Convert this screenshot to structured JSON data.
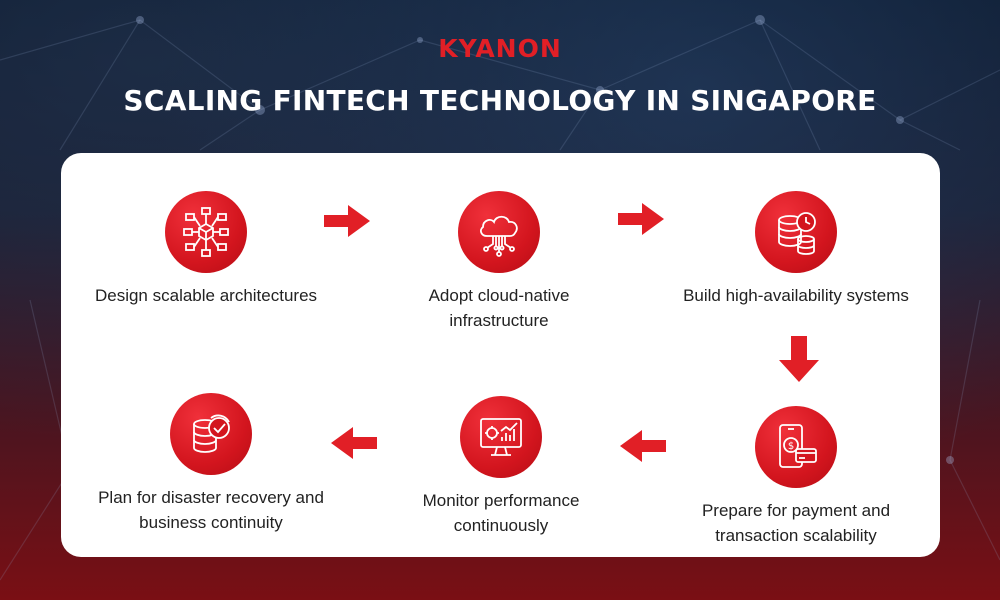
{
  "brand": {
    "logo_text": "KYANON"
  },
  "title": "SCALING FINTECH TECHNOLOGY IN SINGAPORE",
  "steps": [
    {
      "label": "Design scalable architectures",
      "icon": "architecture-icon"
    },
    {
      "label": "Adopt cloud-native infrastructure",
      "icon": "cloud-icon"
    },
    {
      "label": "Build high-availability systems",
      "icon": "database-clock-icon"
    },
    {
      "label": "Prepare for payment and transaction scalability",
      "icon": "mobile-payment-icon"
    },
    {
      "label": "Monitor performance continuously",
      "icon": "monitor-chart-icon"
    },
    {
      "label": "Plan for disaster recovery and business continuity",
      "icon": "database-check-icon"
    }
  ],
  "colors": {
    "accent": "#e11f26",
    "card": "#ffffff",
    "text": "#222222",
    "title": "#ffffff"
  }
}
